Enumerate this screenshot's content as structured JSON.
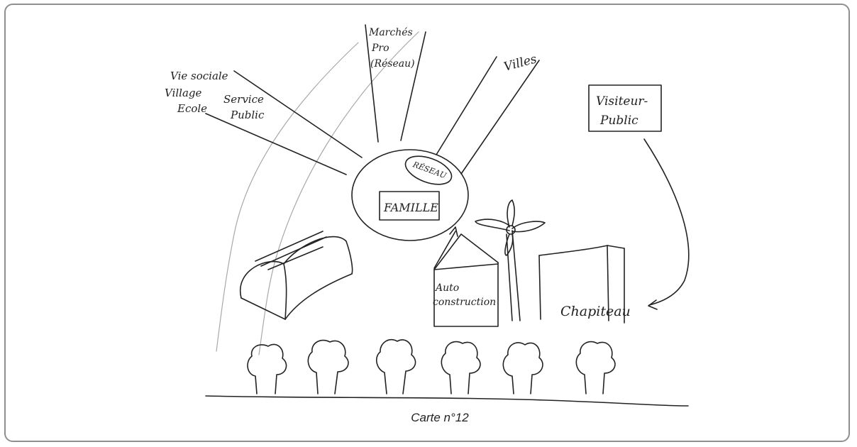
{
  "labels": {
    "vie_sociale": [
      "Vie sociale",
      "Village",
      "Ecole"
    ],
    "service_public": [
      "Service",
      "Public"
    ],
    "marches_pro": [
      "Marchés",
      "Pro",
      "(Réseau)"
    ],
    "villes": "Villes",
    "visiteur_public": [
      "Visiteur-",
      "Public"
    ],
    "reseau": "RÉSEAU",
    "famille": "FAMILLE",
    "autoconstruction": [
      "Auto",
      "construction"
    ],
    "chapiteau": "Chapiteau"
  },
  "caption": "Carte n°12",
  "colors": {
    "ink": "#222222",
    "light_ink": "#9a9a9a",
    "frame": "#8f8f8f"
  }
}
